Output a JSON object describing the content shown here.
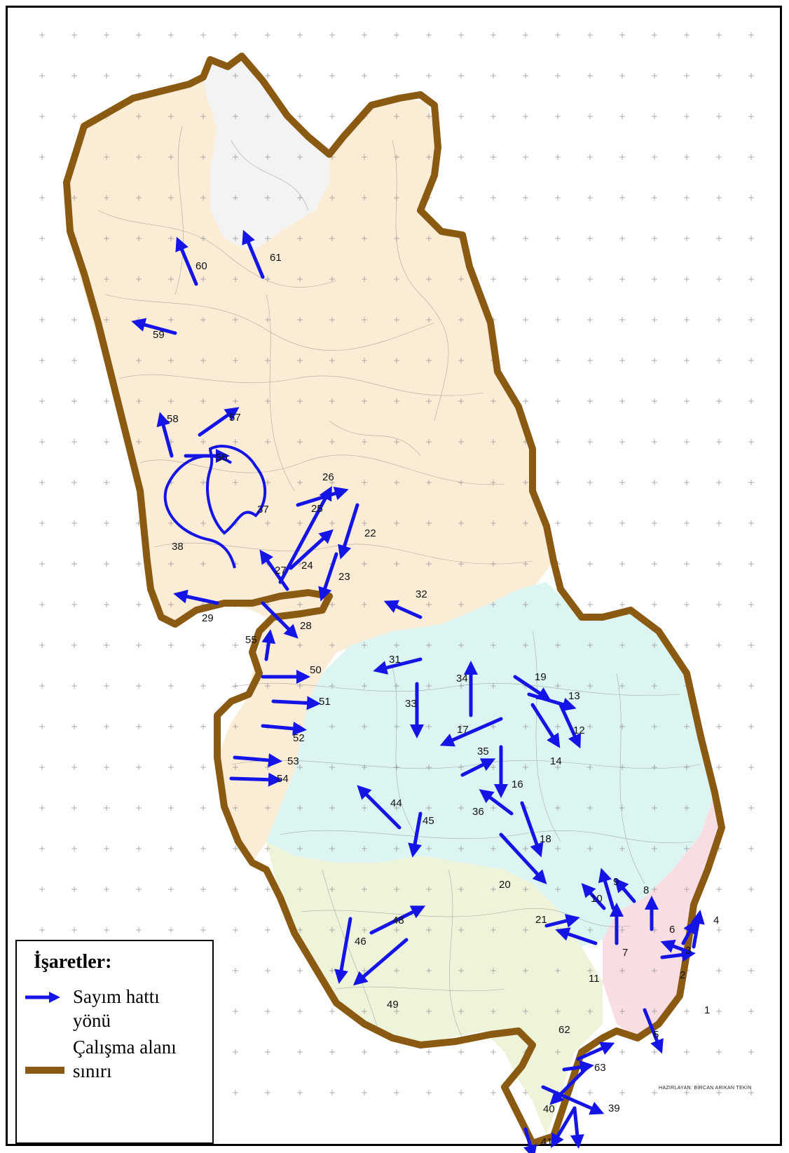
{
  "legend": {
    "title": "İşaretler:",
    "items": [
      {
        "label_line1": "Sayım hattı",
        "label_line2": "yönü",
        "symbol": "blue-arrow",
        "color": "#1414e6"
      },
      {
        "label_line1": "Çalışma alanı",
        "label_line2": "sınırı",
        "symbol": "brown-line",
        "color": "#8a5a12"
      }
    ]
  },
  "author": "HAZIRLAYAN: BİRCAN ARIKAN TEKİN",
  "colors": {
    "boundary": "#8a5a12",
    "arrow": "#1414e6",
    "zone_north_white": "#f4f4f4",
    "zone_tan": "#fbecd6",
    "zone_cyan": "#dff6f3",
    "zone_lightgreen": "#eef5da",
    "zone_pink": "#f8dfe3"
  },
  "transect_labels": [
    "1",
    "2",
    "3",
    "4",
    "5",
    "6",
    "7",
    "8",
    "9",
    "10",
    "11",
    "12",
    "13",
    "14",
    "16",
    "17",
    "18",
    "19",
    "20",
    "21",
    "22",
    "23",
    "24",
    "25",
    "26",
    "27",
    "28",
    "29",
    "31",
    "32",
    "33",
    "34",
    "35",
    "36",
    "37",
    "38",
    "39",
    "40",
    "41",
    "44",
    "45",
    "46",
    "48",
    "49",
    "50",
    "51",
    "52",
    "53",
    "54",
    "55",
    "56",
    "57",
    "58",
    "59",
    "60",
    "61",
    "62",
    "63"
  ]
}
